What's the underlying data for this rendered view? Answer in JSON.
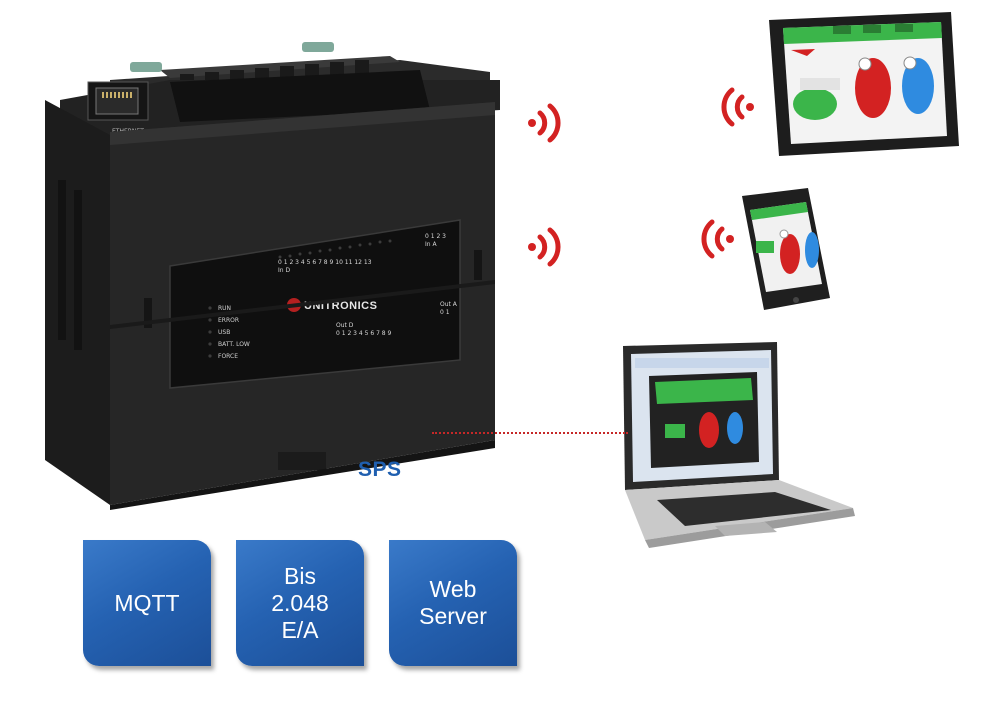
{
  "plc": {
    "brand": "UNITRONICS",
    "ethernet_label": "ETHERNET",
    "status_leds": [
      "RUN",
      "ERROR",
      "USB",
      "BATT. LOW",
      "FORCE"
    ],
    "inputs_digital_label": "In D",
    "inputs_digital_numbers": "0 1 2 3 4 5 6 7 8 9 10 11 12 13",
    "inputs_analog_label": "In A",
    "inputs_analog_numbers": "0 1 2 3",
    "outputs_digital_label": "Out D",
    "outputs_digital_numbers": "0 1 2 3 4 5 6 7 8 9",
    "outputs_analog_label": "Out A",
    "outputs_analog_numbers": "0 1"
  },
  "sps_label": "SPS",
  "tiles": [
    {
      "lines": [
        "MQTT"
      ]
    },
    {
      "lines": [
        "Bis",
        "2.048",
        "E/A"
      ]
    },
    {
      "lines": [
        "Web",
        "Server"
      ]
    }
  ],
  "icons": {
    "wireless": "wifi-signal-icon",
    "devices": [
      "tablet",
      "smartphone",
      "laptop"
    ]
  },
  "colors": {
    "wireless_red": "#d32222",
    "tile_blue": "#2562b2",
    "sps_blue": "#1f5fb0",
    "hmi_green": "#3bb54a"
  }
}
